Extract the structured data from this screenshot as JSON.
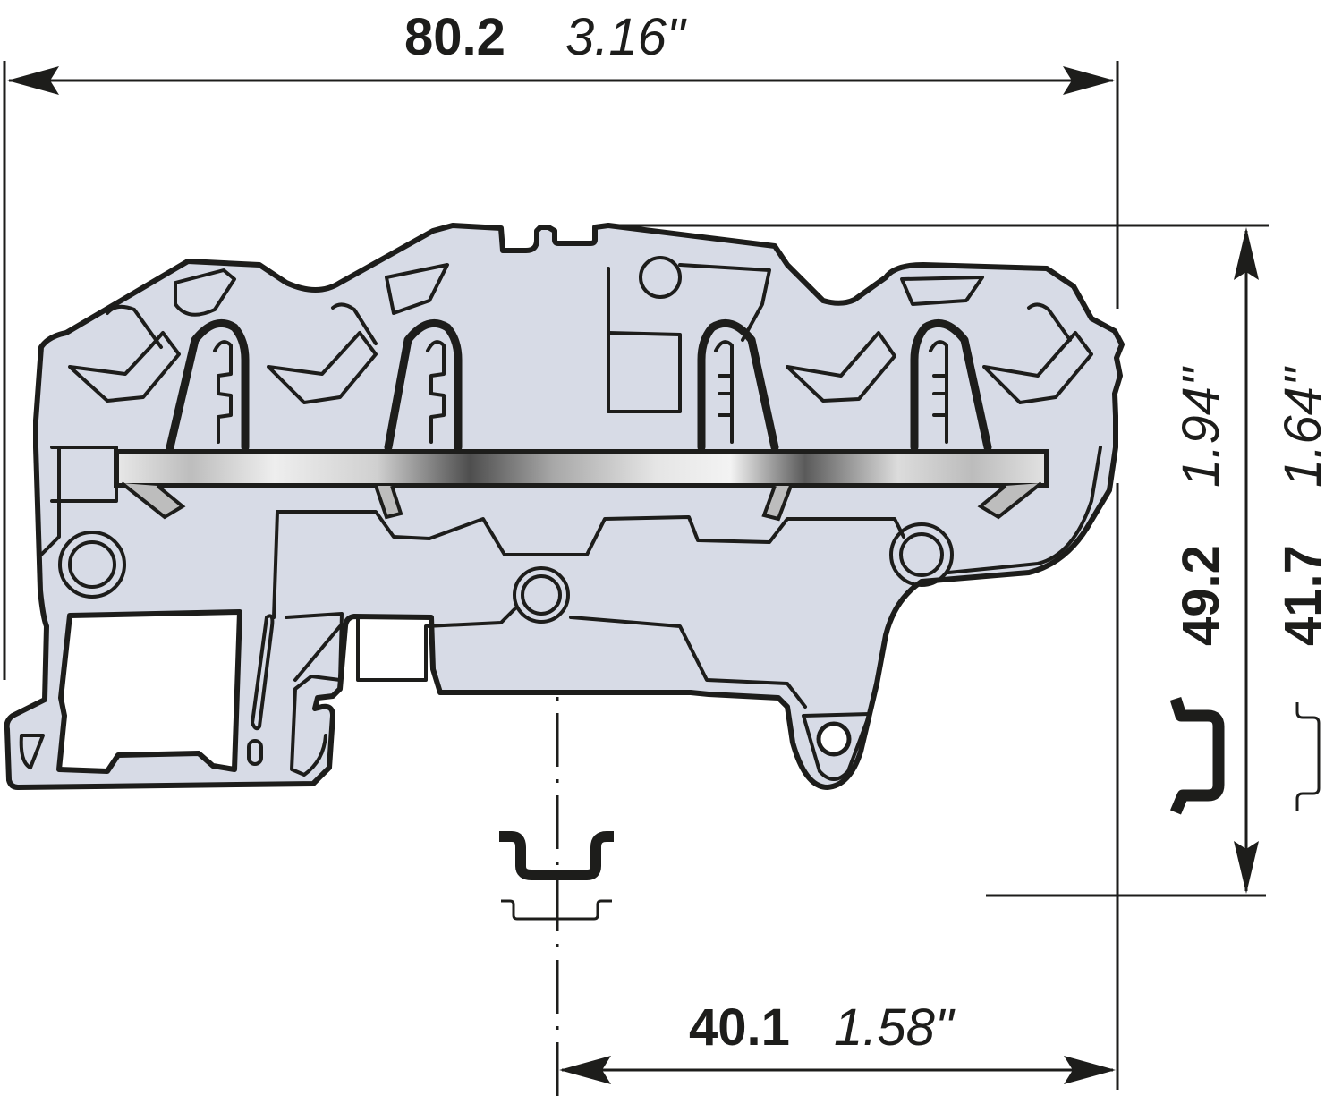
{
  "drawing": {
    "subject": "terminal-block-side-view",
    "colors": {
      "body_fill": "#d7dbe6",
      "line": "#1d1d1b",
      "bus_bar_light": "#e6e6e6",
      "bus_bar_dark": "#4a4a4a",
      "background": "#ffffff"
    }
  },
  "dimensions": {
    "overall_width": {
      "metric": "80.2",
      "imperial": "3.16\""
    },
    "overall_height": {
      "metric": "49.2",
      "imperial": "1.94\""
    },
    "height_above_rail": {
      "metric": "41.7",
      "imperial": "1.64\""
    },
    "center_to_edge": {
      "metric": "40.1",
      "imperial": "1.58\""
    }
  },
  "symbols": {
    "din_rail_top_view": [
      "din-rail-35x15",
      "din-rail-35x7.5"
    ],
    "din_rail_side_view": [
      "din-rail-35x15",
      "din-rail-35x7.5"
    ]
  }
}
